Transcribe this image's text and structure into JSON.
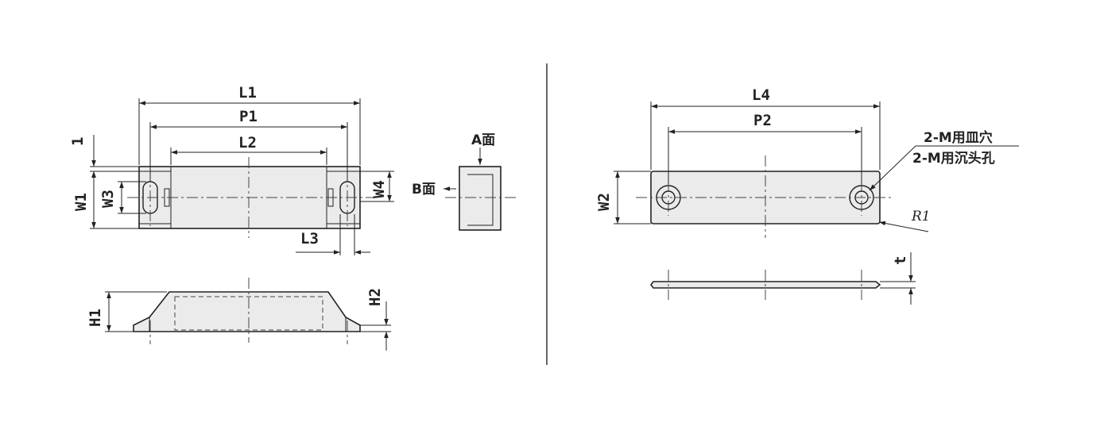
{
  "magnet_views": {
    "top_labels": {
      "L1": "L1",
      "P1": "P1",
      "L2": "L2",
      "L3": "L3",
      "W1": "W1",
      "W3": "W3",
      "W4": "W4",
      "one": "1"
    },
    "side_labels": {
      "H1": "H1",
      "H2": "H2"
    },
    "end_labels": {
      "A_face": "A面",
      "B_face": "B面"
    }
  },
  "plate_views": {
    "top_labels": {
      "L4": "L4",
      "P2": "P2",
      "W2": "W2",
      "R1": "R1"
    },
    "hole_notes": [
      "2-M用皿穴",
      "2-M用沉头孔"
    ],
    "side_labels": {
      "t": "t"
    }
  },
  "colors": {
    "line": "#222222",
    "fill": "#ebebeb",
    "background": "#ffffff"
  }
}
